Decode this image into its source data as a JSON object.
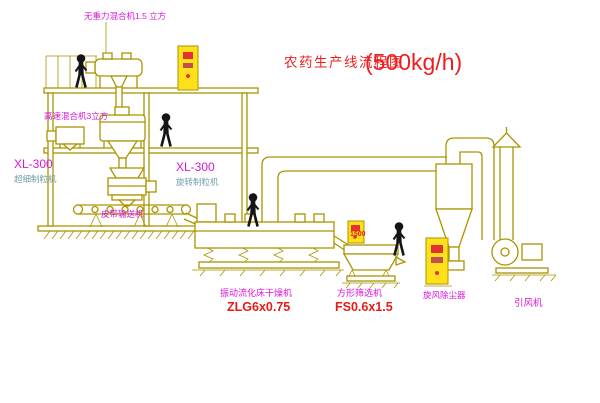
{
  "title": {
    "text": "农药生产线流程图",
    "capacity": "(500kg/h)"
  },
  "equipment_labels": {
    "mixer_top": "无重力混合机1.5 立方",
    "mixer_highspeed": "高速混合机3立方",
    "granulator_left": {
      "model": "XL-300",
      "name": "超细制粒机"
    },
    "granulator_right": {
      "model": "XL-300",
      "name": "旋转制粒机"
    },
    "belt_conveyor": "皮带输送机",
    "fluid_bed_dryer": {
      "name": "振动流化床干燥机",
      "model": "ZLG6x0.75"
    },
    "square_sieve": {
      "name": "方形筛选机",
      "model": "FS0.6x1.5"
    },
    "cyclone_dust_collector": "旋风除尘器",
    "induced_draft_fan": "引风机",
    "dimension_1500": "1500"
  },
  "colors": {
    "line": "#ab9400",
    "label_magenta": "#d916d9",
    "model_red": "#e81919",
    "title_red": "#ee1e1e",
    "muted_teal": "#6f9fa8",
    "cabinet_yellow": "#ffe11a",
    "figure_black": "#151515",
    "background": "#ffffff"
  }
}
